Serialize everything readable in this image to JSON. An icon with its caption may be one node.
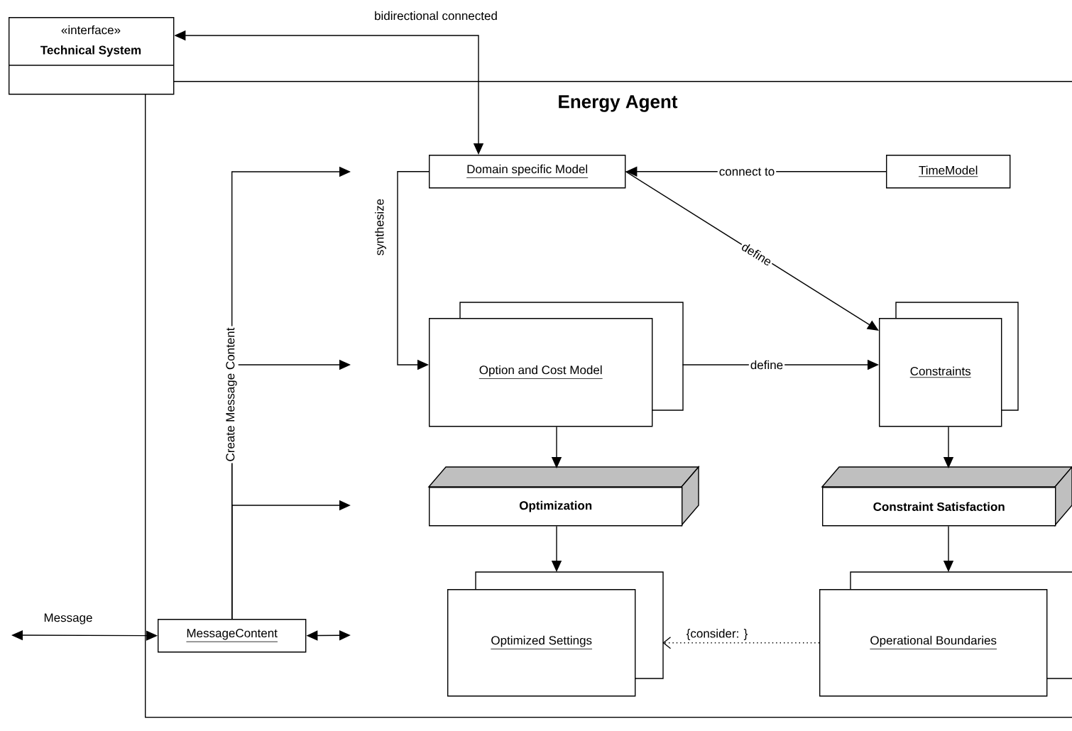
{
  "diagram": {
    "nodes": [
      {
        "text": [
          "«interface»",
          "Technical System"
        ]
      },
      {
        "text": [
          "Energy Agent"
        ]
      },
      {
        "text": [
          "Domain specific Model"
        ],
        "in": 1
      },
      {
        "text": [
          "TimeModel"
        ],
        "in": 1
      },
      {
        "text": [
          "Option and Cost Model"
        ],
        "in": 1
      },
      {
        "text": [
          "Constraints"
        ],
        "in": 1
      },
      {
        "text": [
          "Optimization"
        ],
        "in": 1
      },
      {
        "text": [
          "Constraint Satisfaction"
        ],
        "in": 1
      },
      {
        "text": [
          "Optimized Settings"
        ],
        "in": 1
      },
      {
        "text": [
          "Operational Boundaries"
        ],
        "in": 1
      },
      {
        "text": [
          "MessageContent"
        ],
        "in": 1
      }
    ],
    "edges": [
      {
        "from": 0,
        "to": 2,
        "arrow": "both",
        "label": "bidirectional connected"
      },
      {
        "from": 2,
        "to": 4,
        "arrow": "to",
        "label": "synthesize"
      },
      {
        "from": 3,
        "to": 2,
        "arrow": "to",
        "label": "connect to"
      },
      {
        "from": 2,
        "to": 5,
        "arrow": "to",
        "label": "define"
      },
      {
        "from": 4,
        "to": 5,
        "arrow": "to",
        "label": "define"
      },
      {
        "from": 4,
        "to": 6,
        "arrow": "to"
      },
      {
        "from": 5,
        "to": 7,
        "arrow": "to"
      },
      {
        "from": 6,
        "to": 8,
        "arrow": "to"
      },
      {
        "from": 7,
        "to": 9,
        "arrow": "to"
      },
      {
        "from": 9,
        "to": 8,
        "arrow": "to",
        "label": "{consider: }",
        "style": "dashed"
      },
      {
        "from": null,
        "to": 10,
        "arrow": "both",
        "label": "Message"
      },
      {
        "from": 10,
        "to": null,
        "arrow": "both"
      },
      {
        "from": 10,
        "to": null,
        "arrow": "to",
        "label": "Create Message Content"
      },
      {
        "from": 10,
        "to": null,
        "arrow": "to"
      },
      {
        "from": 10,
        "to": null,
        "arrow": "to"
      }
    ]
  }
}
